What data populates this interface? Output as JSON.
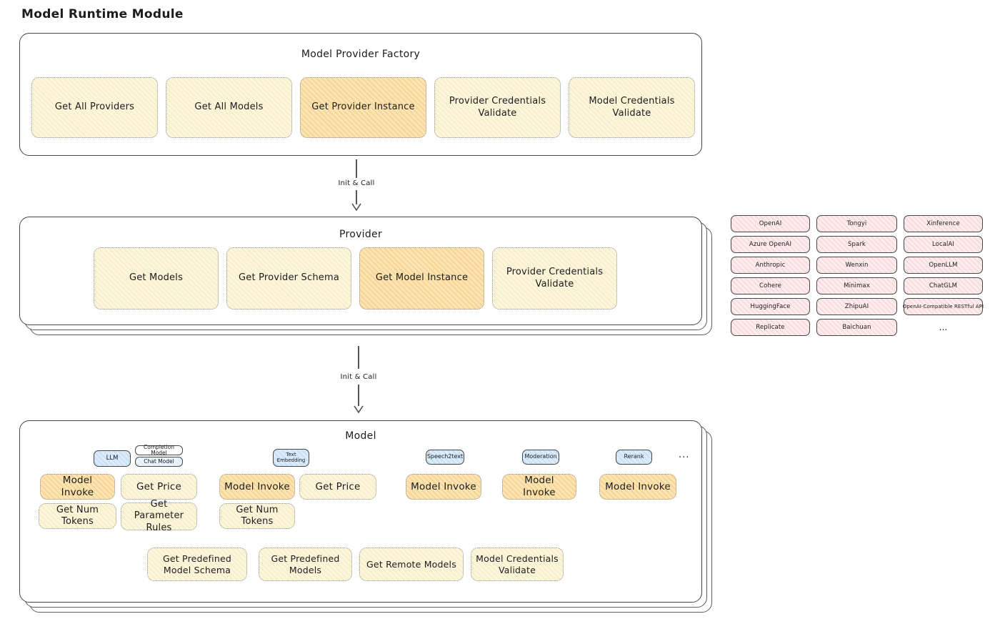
{
  "page_title": "Model Runtime Module",
  "factory": {
    "title": "Model Provider Factory",
    "items": [
      {
        "label": "Get All Providers"
      },
      {
        "label": "Get All Models"
      },
      {
        "label": "Get Provider Instance"
      },
      {
        "label": "Provider Credentials Validate"
      },
      {
        "label": "Model Credentials Validate"
      }
    ]
  },
  "arrows": {
    "init_call_1": "Init & Call",
    "init_call_2": "Init & Call"
  },
  "provider": {
    "title": "Provider",
    "items": [
      {
        "label": "Get Models"
      },
      {
        "label": "Get Provider Schema"
      },
      {
        "label": "Get Model Instance"
      },
      {
        "label": "Provider Credentials Validate"
      }
    ]
  },
  "providers_list": {
    "items": [
      "OpenAI",
      "Tongyi",
      "Xinference",
      "Azure OpenAI",
      "Spark",
      "LocalAI",
      "Anthropic",
      "Wenxin",
      "OpenLLM",
      "Cohere",
      "Minimax",
      "ChatGLM",
      "HuggingFace",
      "ZhipuAI",
      "OpenAI-Compatible RESTful API",
      "Replicate",
      "Baichuan"
    ],
    "more_label": "..."
  },
  "model": {
    "title": "Model",
    "more_label": "...",
    "tags": {
      "llm": "LLM",
      "completion_model": "Completion Model",
      "chat_model": "Chat Model",
      "text_embedding": "Text Embedding",
      "speech2text": "Speech2text",
      "moderation": "Moderation",
      "rerank": "Rerank"
    },
    "functions": {
      "llm_invoke": "Model Invoke",
      "llm_get_price": "Get Price",
      "llm_get_num_tokens": "Get Num Tokens",
      "llm_get_parameter_rules": "Get Parameter Rules",
      "te_invoke": "Model Invoke",
      "te_get_price": "Get Price",
      "te_get_num_tokens": "Get Num Tokens",
      "s2t_invoke": "Model Invoke",
      "moderation_invoke": "Model Invoke",
      "rerank_invoke": "Model Invoke"
    },
    "bottom_items": [
      {
        "label": "Get Predefined Model Schema"
      },
      {
        "label": "Get Predefined Models"
      },
      {
        "label": "Get Remote Models"
      },
      {
        "label": "Model Credentials Validate"
      }
    ]
  },
  "colors": {
    "highlight_orange": "#f8d994",
    "box_yellow": "#fdf6de",
    "provider_pink": "#fbe7e7",
    "tag_blue": "#d9ebfa",
    "stroke_dark": "#43464b"
  }
}
